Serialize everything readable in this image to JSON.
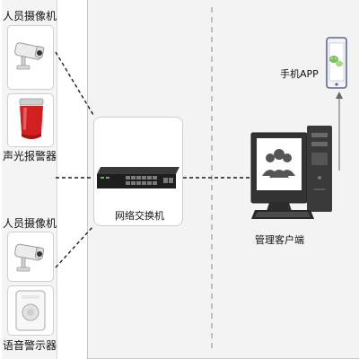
{
  "left_column": {
    "camera_top_label": "人员摄像机",
    "alarm_label": "声光报警器",
    "camera_bottom_label": "人员摄像机",
    "speaker_label": "语音警示器"
  },
  "center": {
    "switch_label": "网络交换机"
  },
  "right": {
    "phone_label": "手机APP",
    "client_label": "管理客户端"
  },
  "colors": {
    "alarm_red": "#d21f1f",
    "dashed_line": "#1c1c1c",
    "divider_line": "#8a8a8a",
    "arrow_line": "#666666"
  }
}
